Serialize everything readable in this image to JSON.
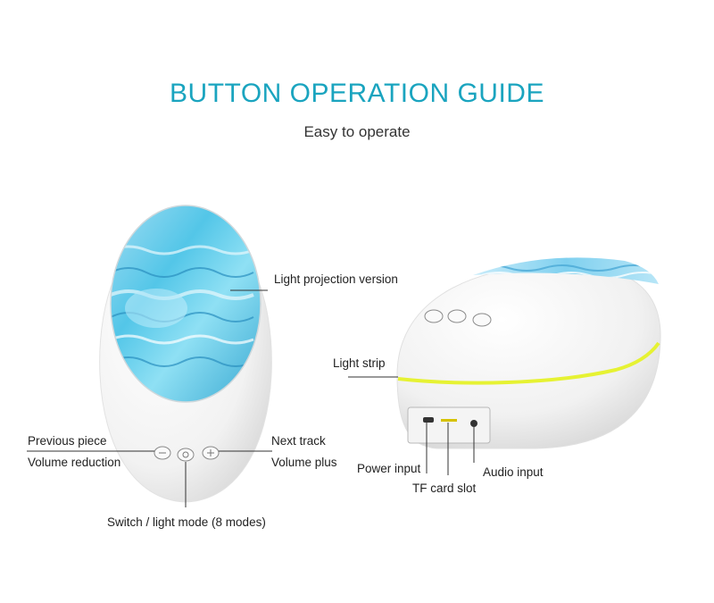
{
  "header": {
    "title": "BUTTON OPERATION GUIDE",
    "subtitle": "Easy to operate"
  },
  "labels": {
    "light_projection": "Light projection version",
    "light_strip": "Light strip",
    "previous_piece": "Previous piece",
    "volume_reduction": "Volume reduction",
    "next_track": "Next track",
    "volume_plus": "Volume plus",
    "switch_light_mode": "Switch / light mode (8 modes)",
    "power_input": "Power input",
    "tf_card_slot": "TF card slot",
    "audio_input": "Audio input"
  },
  "colors": {
    "title": "#1aa4bf",
    "light_strip": "#e6f233",
    "projection": "#6fd3ef"
  }
}
